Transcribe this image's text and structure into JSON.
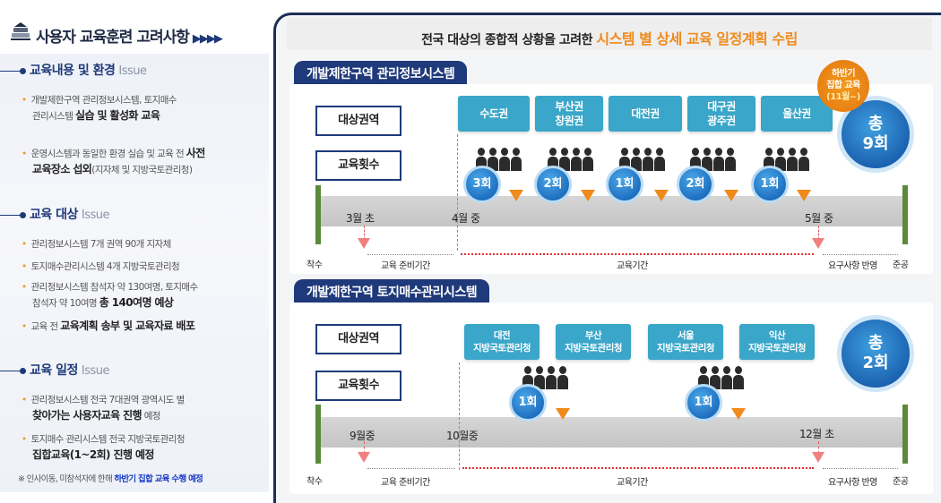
{
  "left": {
    "title": "사용자 교육훈련 고려사항",
    "title_arrows": "▶▶▶▶",
    "sections": [
      {
        "heading": "교육내용 및 환경",
        "tag": "Issue",
        "bullets": [
          {
            "line1": "개발제한구역 관리정보시스템, 토지매수",
            "line2_plain": "관리시스템 ",
            "line2_bold": "실습 및 활성화 교육",
            "line2_tail": ""
          },
          {
            "line1_plain": "운영시스템과 동일한 환경 실습 및 교육 전 ",
            "line1_bold": "사전",
            "line2_bold": "교육장소 섭외",
            "line2_tail": "(지자체 및 지방국토관리청)"
          }
        ]
      },
      {
        "heading": "교육 대상",
        "tag": "Issue",
        "bullets": [
          {
            "text": "관리정보시스템 7개 권역 90개 지자체"
          },
          {
            "text": "토지매수관리시스템 4개 지방국토관리청"
          },
          {
            "line1": "관리정보시스템 참석자 약 130여명, 토지매수",
            "line2_plain": "참석자 약 10여명  ",
            "line2_bold": "총 140여명 예상"
          },
          {
            "plain": "교육 전 ",
            "bold": "교육계획 송부 및 교육자료 배포"
          }
        ]
      },
      {
        "heading": "교육 일정",
        "tag": "Issue",
        "bullets": [
          {
            "line1": "관리정보시스템 전국 7대권역 광역시도 별",
            "line2_bold": "찾아가는 사용자교육 진행",
            "line2_tail": " 예정"
          },
          {
            "line1": "토지매수 관리시스템 전국 지방국토관리청",
            "line2_bold": "집합교육(1~2회) 진행 예정",
            "line2_tail": ""
          }
        ]
      }
    ],
    "note_plain": "※ 인사이동, 미참석자에 한해 ",
    "note_highlight": "하반기 집합 교육 수행 예정"
  },
  "headline": {
    "plain": "전국 대상의 종합적 상황을 고려한 ",
    "highlight": "시스템 별 상세 교육 일정계획 수립"
  },
  "badge": {
    "line1": "하반기",
    "line2": "집합 교육",
    "line3": "(11월~)"
  },
  "system1": {
    "tab": "개발제한구역 관리정보시스템",
    "label_region": "대상권역",
    "label_count": "교육횟수",
    "regions": [
      {
        "line1": "수도권",
        "line2": ""
      },
      {
        "line1": "부산권",
        "line2": "창원권"
      },
      {
        "line1": "대전권",
        "line2": ""
      },
      {
        "line1": "대구권",
        "line2": "광주권"
      },
      {
        "line1": "울산권",
        "line2": ""
      }
    ],
    "counts": [
      "3회",
      "2회",
      "1회",
      "2회",
      "1회"
    ],
    "total_line1": "총",
    "total_line2": "9회",
    "dates": {
      "start": "3월 초",
      "mid": "4월 중",
      "end": "5월 중"
    },
    "axis": {
      "start": "착수",
      "prep": "교육 준비기간",
      "period": "교육기간",
      "reflect": "요구사항 반영",
      "finish": "준공"
    }
  },
  "system2": {
    "tab": "개발제한구역 토지매수관리시스템",
    "label_region": "대상권역",
    "label_count": "교육횟수",
    "regions": [
      {
        "line1": "대전",
        "line2": "지방국토관리청"
      },
      {
        "line1": "부산",
        "line2": "지방국토관리청"
      },
      {
        "line1": "서울",
        "line2": "지방국토관리청"
      },
      {
        "line1": "익산",
        "line2": "지방국토관리청"
      }
    ],
    "counts": [
      "1회",
      "1회"
    ],
    "total_line1": "총",
    "total_line2": "2회",
    "dates": {
      "start": "9월중",
      "mid": "10월중",
      "end": "12월 초"
    },
    "axis": {
      "start": "착수",
      "prep": "교육 준비기간",
      "period": "교육기간",
      "reflect": "요구사항 반영",
      "finish": "준공"
    }
  },
  "colors": {
    "navy": "#1f3a7a",
    "accent_orange": "#f08a1c",
    "region_teal": "#3aa6c9",
    "bubble_blue": "#1f6fc0",
    "milestone_green": "#5b8a3a"
  }
}
